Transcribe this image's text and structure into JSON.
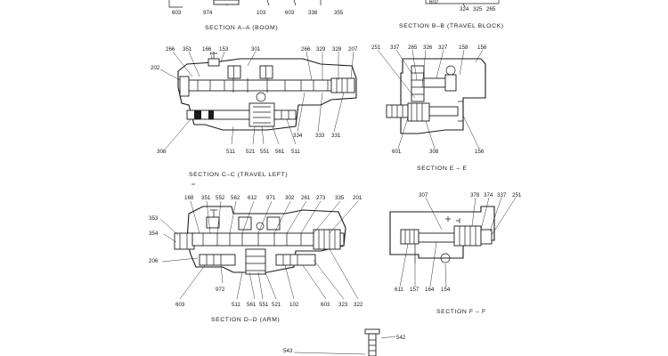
{
  "sections": {
    "a": {
      "title": "SECTION   A–A    (BOOM)",
      "labels": [
        "603",
        "974",
        "103",
        "603",
        "338",
        "355"
      ],
      "label_positions": []
    },
    "b": {
      "title": "SECTION   B–B   (TRAVEL BLOCK)",
      "labels": [
        "324",
        "325",
        "265"
      ]
    },
    "c": {
      "title": "SECTION   C–C    (TRAVEL LEFT)",
      "labels": [
        "266",
        "351",
        "166",
        "153",
        "301",
        "266",
        "329",
        "328",
        "207",
        "202",
        "308",
        "511",
        "521",
        "551",
        "561",
        "511",
        "334",
        "333",
        "331"
      ]
    },
    "e": {
      "title": "SECTION   E – E",
      "labels": [
        "251",
        "337",
        "265",
        "326",
        "327",
        "158",
        "158",
        "601",
        "308",
        "156"
      ]
    },
    "d": {
      "title": "SECTION   D–D    (ARM)",
      "labels": [
        "168",
        "351",
        "552",
        "562",
        "612",
        "971",
        "302",
        "261",
        "273",
        "335",
        "201",
        "353",
        "354",
        "206",
        "603",
        "972",
        "511",
        "561",
        "551",
        "521",
        "102",
        "603",
        "323",
        "322"
      ]
    },
    "f": {
      "title": "SECTION   F – F",
      "labels": [
        "307",
        "378",
        "374",
        "337",
        "251",
        "611",
        "157",
        "164",
        "154"
      ]
    },
    "bottom": {
      "labels": [
        "542",
        "543"
      ]
    }
  }
}
